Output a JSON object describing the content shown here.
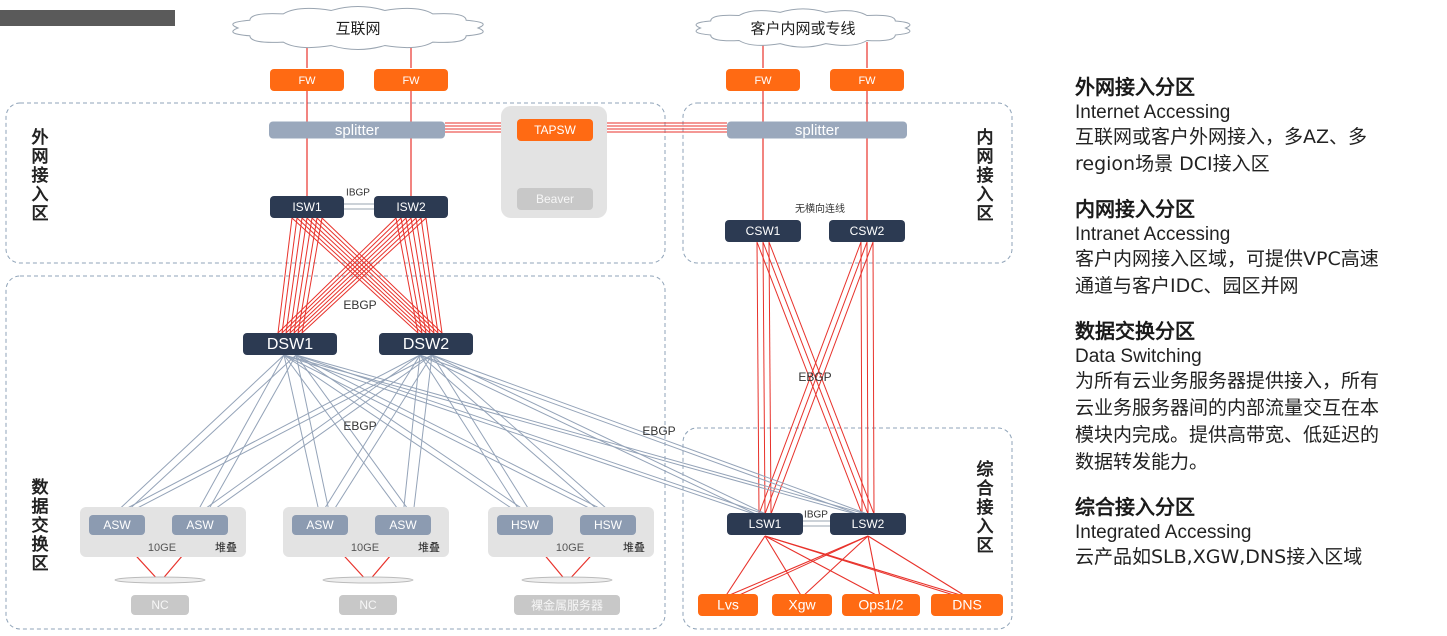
{
  "zones": {
    "internet": "外网接入区",
    "intranet": "内网接入区",
    "datasw": "数据交换区",
    "integrated": "综合接入区"
  },
  "clouds": {
    "internet": "互联网",
    "customer": "客户内网或专线"
  },
  "devices": {
    "fw": "FW",
    "splitter": "splitter",
    "tapsw": "TAPSW",
    "beaver": "Beaver",
    "isw1": "ISW1",
    "isw2": "ISW2",
    "csw1": "CSW1",
    "csw2": "CSW2",
    "dsw1": "DSW1",
    "dsw2": "DSW2",
    "asw": "ASW",
    "hsw": "HSW",
    "lsw1": "LSW1",
    "lsw2": "LSW2",
    "nc": "NC",
    "bare_metal": "裸金属服务器",
    "lvs": "Lvs",
    "xgw": "Xgw",
    "ops": "Ops1/2",
    "dns": "DNS"
  },
  "labels": {
    "ibgp": "IBGP",
    "ebgp": "EBGP",
    "no_horizontal": "无横向连线",
    "ten_ge": "10GE",
    "stack": "堆叠"
  },
  "colors": {
    "orange": "#ff6a13",
    "dark": "#2c3a52",
    "gray_blue": "#8c9bb1",
    "red_line": "#e8322b",
    "gray_line": "#94a3b8"
  },
  "sections": [
    {
      "title": "外网接入分区",
      "en": "Internet Accessing",
      "lines": [
        "互联网或客户外网接入，多AZ、多",
        "region场景 DCI接入区"
      ]
    },
    {
      "title": "内网接入分区",
      "en": "Intranet Accessing",
      "lines": [
        "客户内网接入区域，可提供VPC高速",
        "通道与客户IDC、园区并网"
      ]
    },
    {
      "title": "数据交换分区",
      "en": "Data Switching",
      "lines": [
        "为所有云业务服务器提供接入，所有",
        "云业务服务器间的内部流量交互在本",
        "模块内完成。提供高带宽、低延迟的",
        "数据转发能力。"
      ]
    },
    {
      "title": "综合接入分区",
      "en": "Integrated Accessing",
      "lines": [
        "云产品如SLB,XGW,DNS接入区域"
      ]
    }
  ]
}
